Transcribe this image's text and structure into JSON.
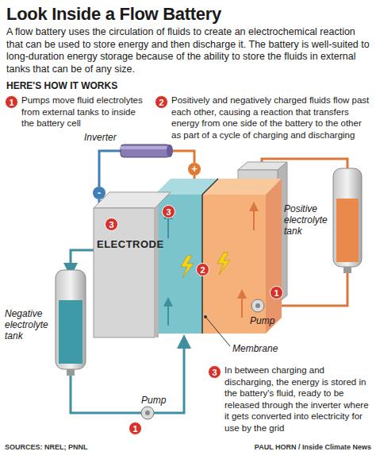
{
  "diagram": {
    "title": "Look Inside a Flow Battery",
    "labels": [
      "A flow battery uses the circulation of fluids to create an electrochemical reaction that can be used to store energy and then discharge it. The battery is well-suited to long-duration energy storage because of the ability to store the fluids in external tanks that can be of any size.",
      "HERE'S HOW IT WORKS",
      "1",
      "Pumps move fluid electrolytes from external tanks to inside the battery cell",
      "2",
      "Positively and negatively charged fluids flow past each other, causing a reaction that transfers energy from one side of the battery to the other as part of a cycle of charging and discharging",
      "Inverter",
      "+",
      "-",
      "3",
      "3",
      "ELECTRODE",
      "2",
      "Positive electrolyte tank",
      "1",
      "Pump",
      "Negative electrolyte tank",
      "Membrane",
      "Pump",
      "1",
      "3",
      "In between charging and discharging, the energy is stored in the battery's fluid, ready to be released through the inverter where it gets converted into electricity for use by the grid",
      "SOURCES: NREL; PNNL",
      "PAUL HORN / Inside Climate News"
    ]
  }
}
